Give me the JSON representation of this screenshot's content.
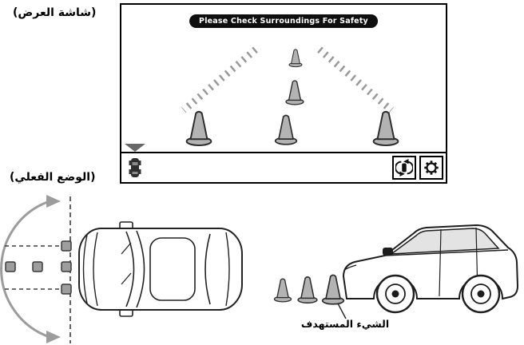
{
  "labels": {
    "display_screen": "(شاشة العرض)",
    "actual_position": "(الوضع الفعلي)",
    "target_object": "الشيء المستهدف"
  },
  "display": {
    "warning_banner": "Please Check Surroundings For Safety"
  },
  "icons": {
    "vehicle": "car-rear-view-icon",
    "camera_switch": "camera-view-switch-icon",
    "settings": "gear-icon"
  },
  "colors": {
    "screen_border": "#000000",
    "banner_bg": "#0f0f0f",
    "banner_text": "#ffffff",
    "cone_fill": "#b3b3b3",
    "guide_line_gray": "#999999",
    "zone_arc_gray": "#9c9c9c"
  }
}
